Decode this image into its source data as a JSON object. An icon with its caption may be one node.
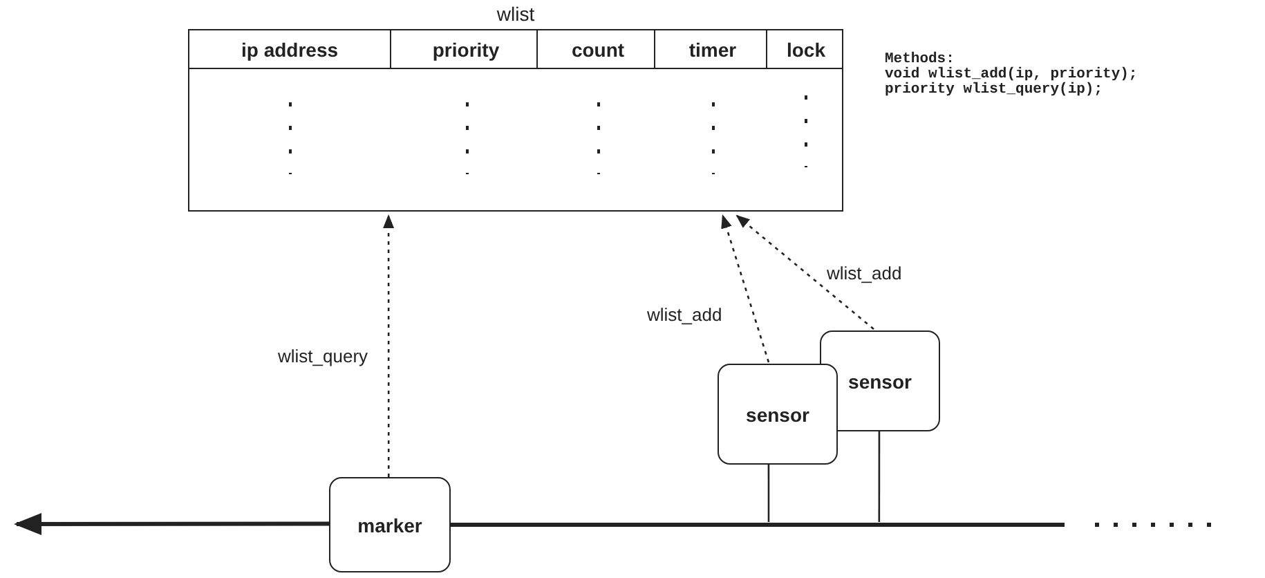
{
  "diagram": {
    "nodes": [
      {
        "text": [
          "wlist",
          "ip address",
          "priority",
          "count",
          "timer",
          "lock"
        ]
      },
      {
        "text": [
          "marker"
        ]
      },
      {
        "text": [
          "sensor"
        ]
      },
      {
        "text": [
          "sensor"
        ]
      },
      {
        "text": [],
        "shape": "bar"
      }
    ],
    "edges": [
      {
        "from": 1,
        "to": 0,
        "arrow": "to",
        "label": "wlist_query",
        "style": "dashed"
      },
      {
        "from": 2,
        "to": 0,
        "arrow": "to",
        "label": "wlist_add",
        "style": "dashed"
      },
      {
        "from": 3,
        "to": 0,
        "arrow": "to",
        "label": "wlist_add",
        "style": "dashed"
      },
      {
        "from": 1,
        "to": null,
        "arrow": "to",
        "style": "thick"
      },
      {
        "from": 2,
        "to": 4,
        "arrow": "none"
      },
      {
        "from": 3,
        "to": 4,
        "arrow": "none"
      }
    ],
    "labels": [
      "Methods:",
      "void wlist_add(ip, priority);",
      "priority wlist_query(ip);"
    ]
  }
}
